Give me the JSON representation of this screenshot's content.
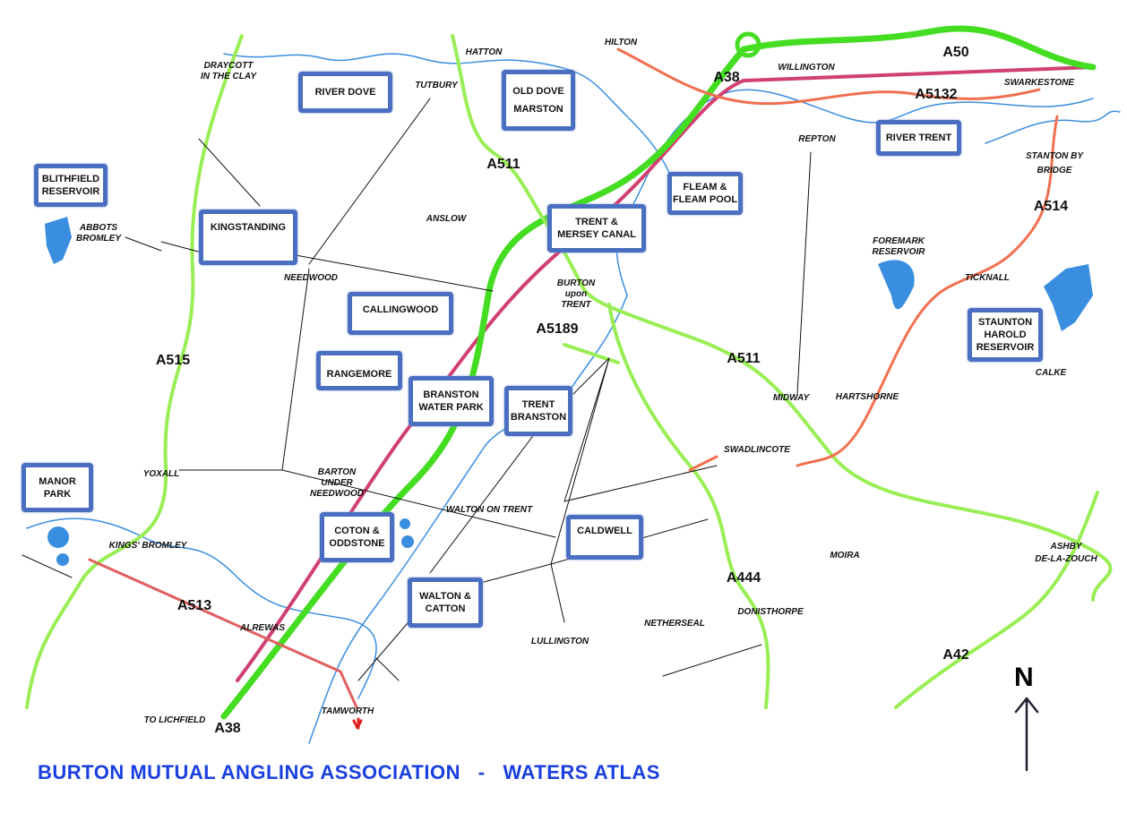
{
  "title": "BURTON MUTUAL ANGLING ASSOCIATION   -   WATERS ATLAS",
  "north_label": "N",
  "colors": {
    "venue_border": "#4a6fc0",
    "water": "#3a8ee0",
    "major_road": "#44dd22",
    "minor_road": "#99ee55",
    "a_road_red": "#f07050",
    "railway": "#d04070",
    "title": "#1a3fe0"
  },
  "venues": [
    {
      "l1": "RIVER DOVE",
      "l2": ""
    },
    {
      "l1": "OLD DOVE",
      "l2": "MARSTON"
    },
    {
      "l1": "BLITHFIELD",
      "l2": "RESERVOIR"
    },
    {
      "l1": "KINGSTANDING",
      "l2": ""
    },
    {
      "l1": "CALLINGWOOD",
      "l2": ""
    },
    {
      "l1": "RANGEMORE",
      "l2": ""
    },
    {
      "l1": "BRANSTON",
      "l2": "WATER PARK"
    },
    {
      "l1": "TRENT",
      "l2": "BRANSTON"
    },
    {
      "l1": "TRENT &",
      "l2": "MERSEY CANAL"
    },
    {
      "l1": "FLEAM &",
      "l2": "FLEAM POOL"
    },
    {
      "l1": "RIVER TRENT",
      "l2": ""
    },
    {
      "l1": "STAUNTON",
      "l2": "HAROLD",
      "l3": "RESERVOIR"
    },
    {
      "l1": "MANOR",
      "l2": "PARK"
    },
    {
      "l1": "COTON &",
      "l2": "ODDSTONE"
    },
    {
      "l1": "WALTON &",
      "l2": "CATTON"
    },
    {
      "l1": "CALDWELL",
      "l2": ""
    }
  ],
  "places": [
    "DRAYCOTT",
    "IN THE CLAY",
    "HATTON",
    "HILTON",
    "TUTBURY",
    "WILLINGTON",
    "SWARKESTONE",
    "REPTON",
    "STANTON BY",
    "BRIDGE",
    "ABBOTS",
    "BROMLEY",
    "ANSLOW",
    "NEEDWOOD",
    "BURTON",
    "upon",
    "TRENT",
    "FOREMARK",
    "RESERVOIR",
    "TICKNALL",
    "CALKE",
    "MIDWAY",
    "HARTSHORNE",
    "SWADLINCOTE",
    "YOXALL",
    "BARTON",
    "UNDER",
    "NEEDWOOD",
    "WALTON ON TRENT",
    "KINGS' BROMLEY",
    "MOIRA",
    "ASHBY",
    "DE-LA-ZOUCH",
    "ALREWAS",
    "DONISTHORPE",
    "NETHERSEAL",
    "LULLINGTON",
    "TAMWORTH",
    "TO LICHFIELD"
  ],
  "roads": [
    "A50",
    "A38",
    "A5132",
    "A511",
    "A514",
    "A515",
    "A5189",
    "A511",
    "A444",
    "A513",
    "A42",
    "A38"
  ]
}
